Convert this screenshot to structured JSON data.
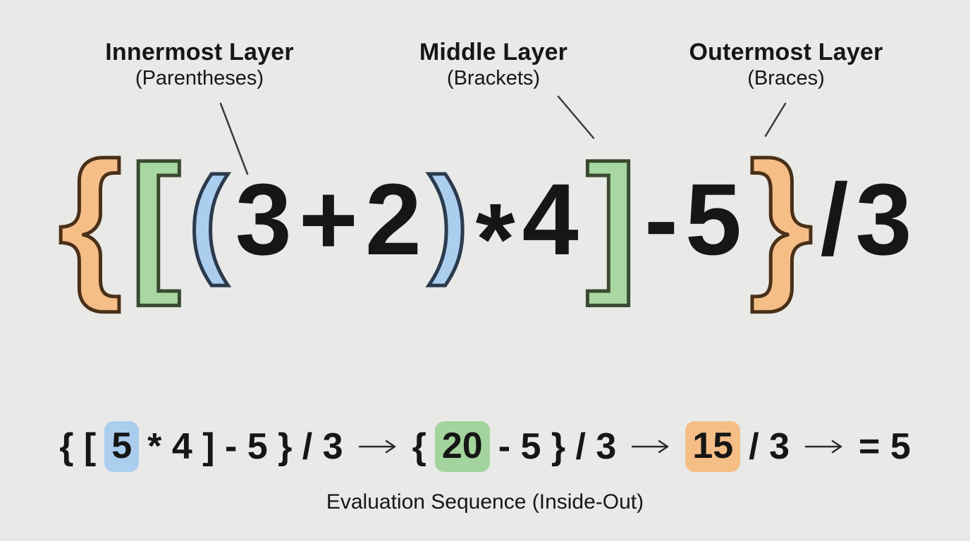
{
  "colors": {
    "background": "#E9E9E7",
    "ink": "#161616",
    "orange_fill": "#F6BE87",
    "orange_outline": "#4A3018",
    "green_fill": "#A9D7A1",
    "green_outline": "#384A30",
    "blue_fill": "#ABCEEF",
    "blue_outline": "#2B3A4D",
    "highlight_blue": "#ABCEEF",
    "highlight_green": "#A3D49D",
    "highlight_orange": "#F6BE87",
    "line": "#3B3B3B"
  },
  "layer_labels": [
    {
      "title": "Innermost Layer",
      "subtitle": "(Parentheses)"
    },
    {
      "title": "Middle Layer",
      "subtitle": "(Brackets)"
    },
    {
      "title": "Outermost Layer",
      "subtitle": "(Braces)"
    }
  ],
  "expression": {
    "full": "{ [ ( 3 + 2 ) * 4 ] - 5 } / 3",
    "tokens": [
      {
        "text": "{",
        "role": "brace-open"
      },
      {
        "text": "[",
        "role": "bracket-open"
      },
      {
        "text": "(",
        "role": "paren-open"
      },
      {
        "text": "3",
        "role": "number"
      },
      {
        "text": "+",
        "role": "operator"
      },
      {
        "text": "2",
        "role": "number"
      },
      {
        "text": ")",
        "role": "paren-close"
      },
      {
        "text": "*",
        "role": "operator"
      },
      {
        "text": "4",
        "role": "number"
      },
      {
        "text": "]",
        "role": "bracket-close"
      },
      {
        "text": "-",
        "role": "operator"
      },
      {
        "text": "5",
        "role": "number"
      },
      {
        "text": "}",
        "role": "brace-close"
      },
      {
        "text": "/",
        "role": "operator"
      },
      {
        "text": "3",
        "role": "number"
      }
    ]
  },
  "sequence": {
    "steps": [
      {
        "pre": "{ [",
        "highlight": "5",
        "post": "* 4 ] - 5 } / 3",
        "highlight_color": "blue"
      },
      {
        "pre": "{",
        "highlight": "20",
        "post": "- 5 } / 3",
        "highlight_color": "green"
      },
      {
        "highlight": "15",
        "post": "/ 3",
        "highlight_color": "orange"
      },
      {
        "result": "= 5"
      }
    ],
    "caption": "Evaluation Sequence (Inside-Out)"
  }
}
